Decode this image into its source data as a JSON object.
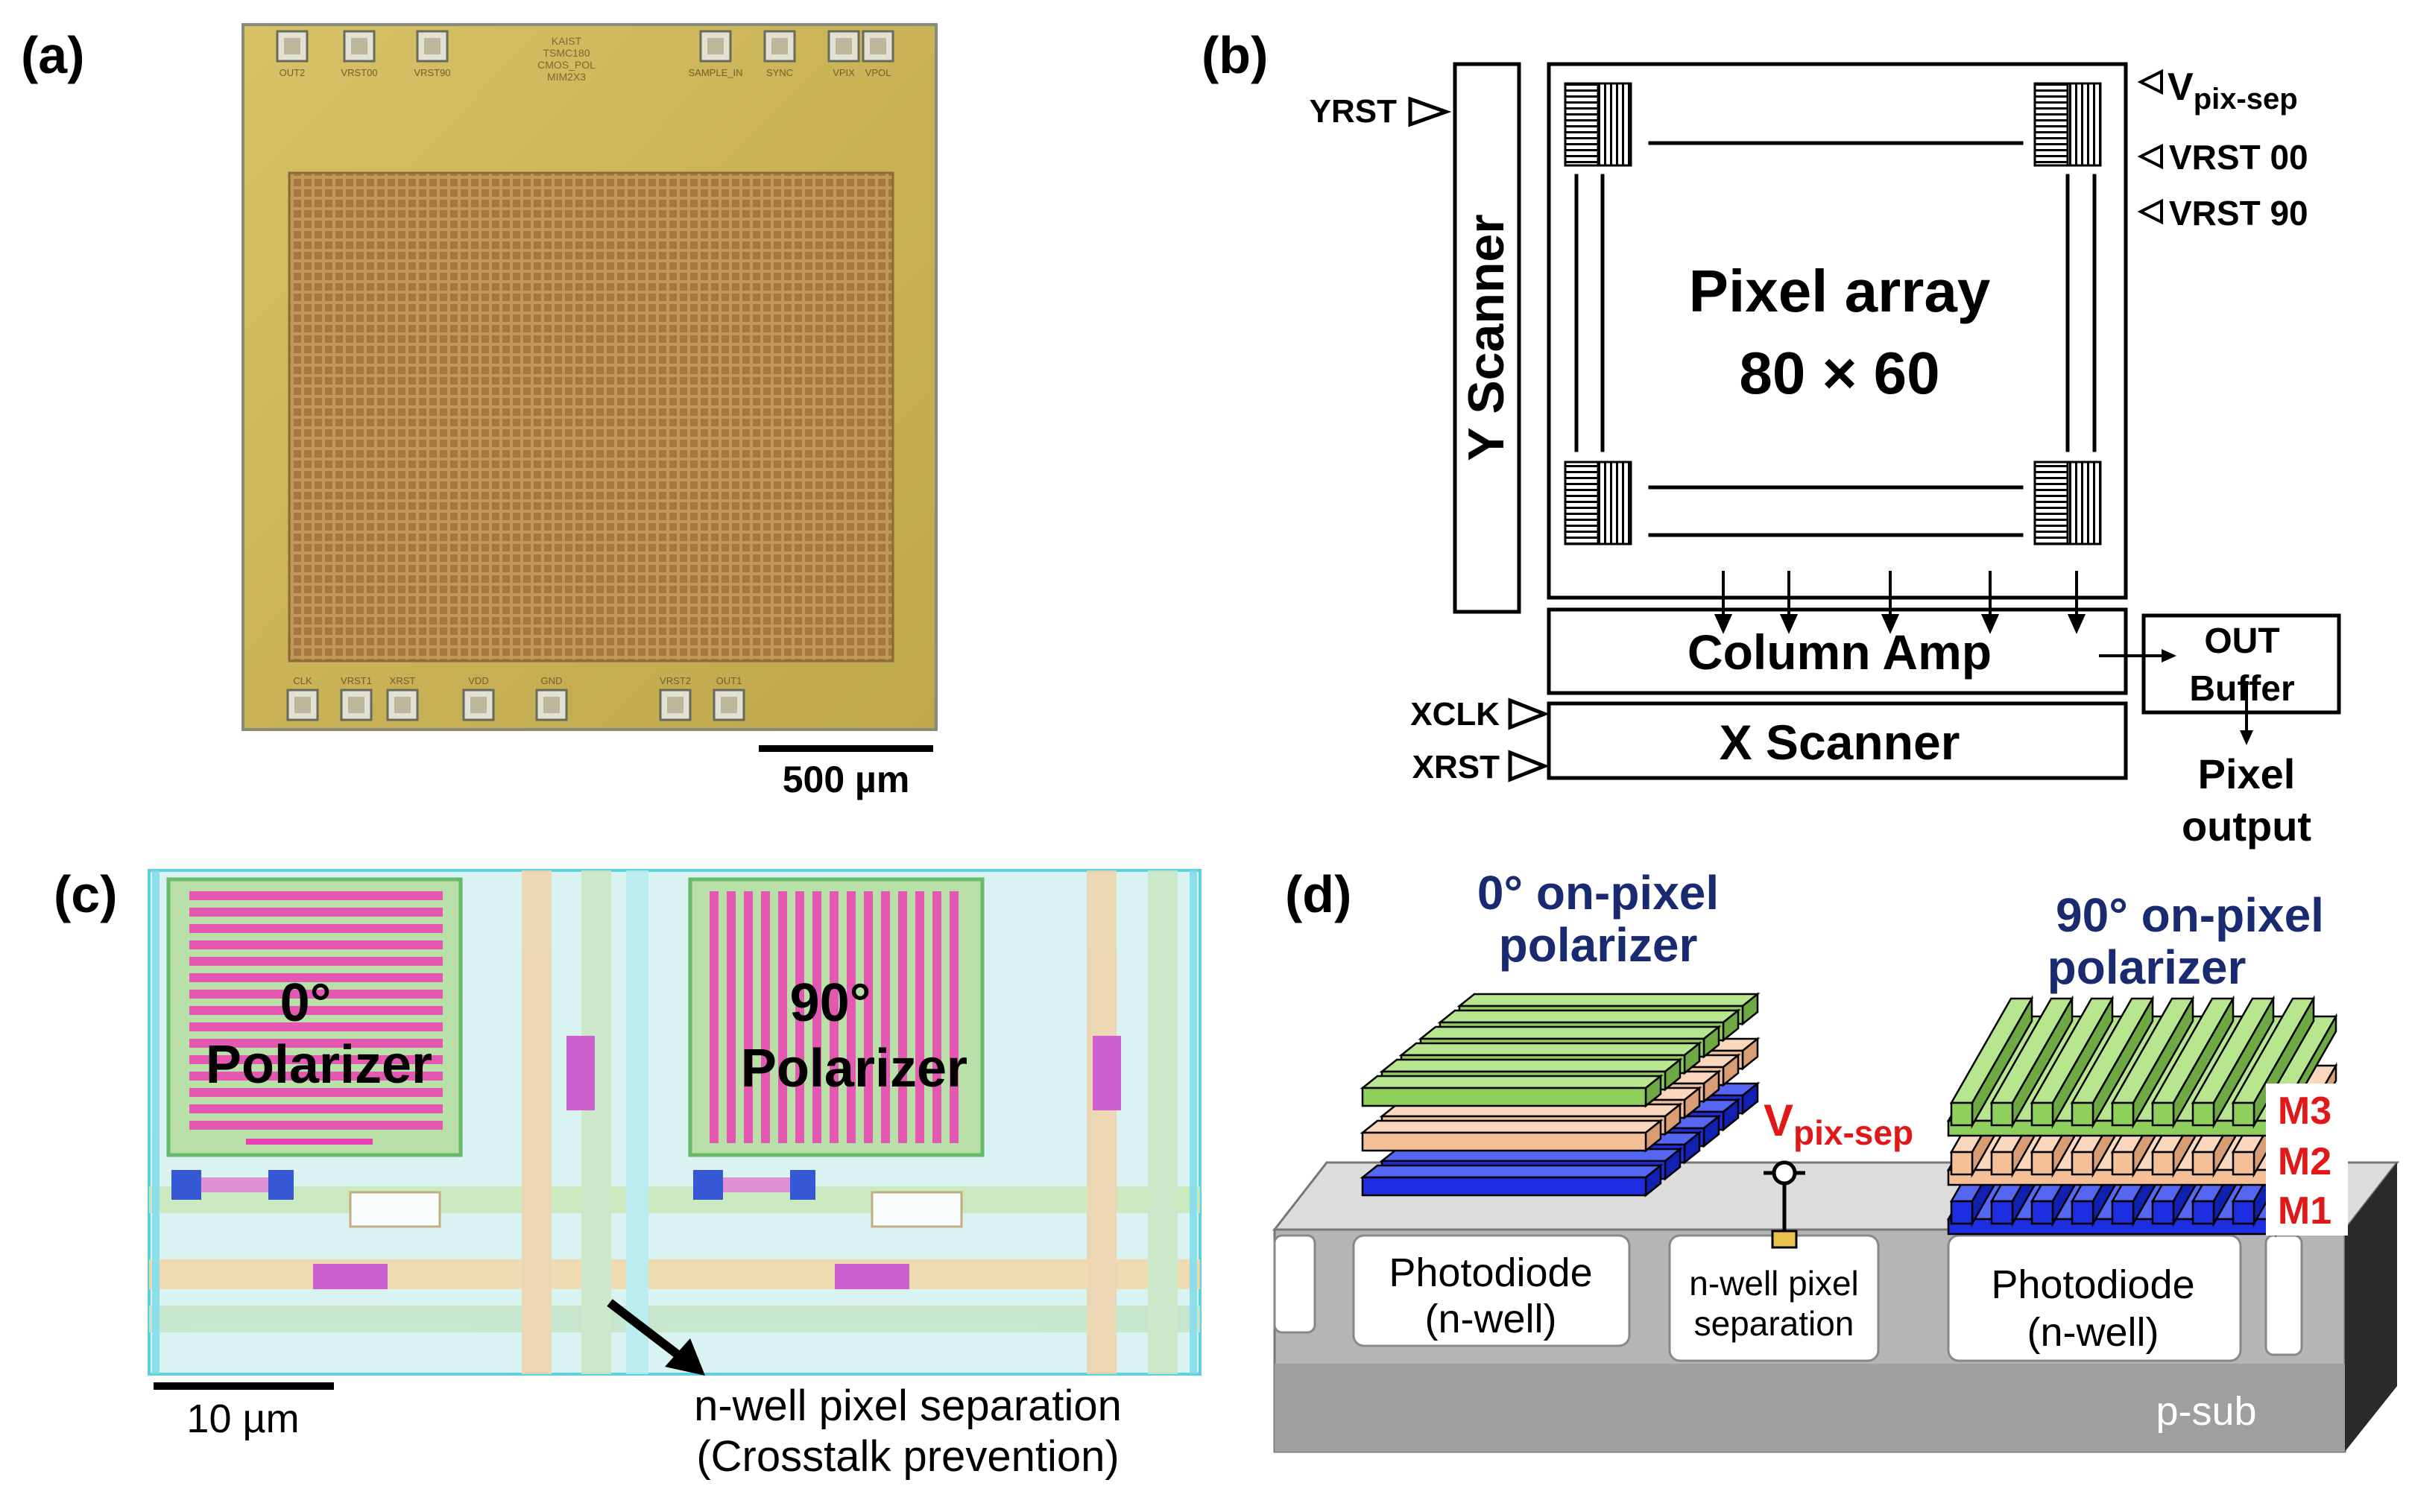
{
  "panels": {
    "a": {
      "label": "(a)",
      "pads_top": [
        "OUT2",
        "VRST00",
        "VRST90",
        "SAMPLE_IN",
        "SYNC",
        "VPIX",
        "VPOL"
      ],
      "pads_bottom": [
        "CLK",
        "VRST1",
        "XRST",
        "VDD",
        "GND",
        "VRST2",
        "OUT1"
      ],
      "chip_marking": [
        "KAIST",
        "TSMC180",
        "CMOS_POL",
        "MIM2X3"
      ],
      "scale_bar_label": "500 µm"
    },
    "b": {
      "label": "(b)",
      "y_scanner": "Y Scanner",
      "pixel_array_line1": "Pixel array",
      "pixel_array_line2": "80 × 60",
      "column_amp": "Column Amp",
      "x_scanner": "X Scanner",
      "out_buffer_line1": "OUT",
      "out_buffer_line2": "Buffer",
      "pixel_output_line1": "Pixel",
      "pixel_output_line2": "output",
      "yrst": "YRST",
      "xclk": "XCLK",
      "xrst": "XRST",
      "vpix_sep_main": "V",
      "vpix_sep_sub": "pix-sep",
      "vrst00": "VRST 00",
      "vrst90": "VRST 90"
    },
    "c": {
      "label": "(c)",
      "pol0_line1": "0°",
      "pol0_line2": "Polarizer",
      "pol90_line1": "90°",
      "pol90_line2": "Polarizer",
      "scale_bar_label": "10 µm",
      "annotation_line1": "n-well pixel separation",
      "annotation_line2": "(Crosstalk prevention)"
    },
    "d": {
      "label": "(d)",
      "pol0_line1": "0°  on-pixel",
      "pol0_line2": "polarizer",
      "pol90_line1": "90°  on-pixel",
      "pol90_line2": "polarizer",
      "vpix_main": "V",
      "vpix_sub": "pix-sep",
      "m3": "M3",
      "m2": "M2",
      "m1": "M1",
      "pd_left_line1": "Photodiode",
      "pd_left_line2": "(n-well)",
      "sep_line1": "n-well pixel",
      "sep_line2": "separation",
      "pd_right_line1": "Photodiode",
      "pd_right_line2": "(n-well)",
      "psub": "p-sub"
    }
  },
  "colors": {
    "die_gold": "#c9b356",
    "array_copper": "#b98a4e",
    "polarizer_magenta": "#ec3fb4",
    "layout_cyan": "#a9e6ee",
    "metal_green": "#8fcf5c",
    "metal_salmon": "#f5bf97",
    "metal_blue": "#1c2ee0",
    "label_navy": "#1a2a70",
    "label_red": "#e01818",
    "substrate_gray": "#a3a3a3"
  }
}
